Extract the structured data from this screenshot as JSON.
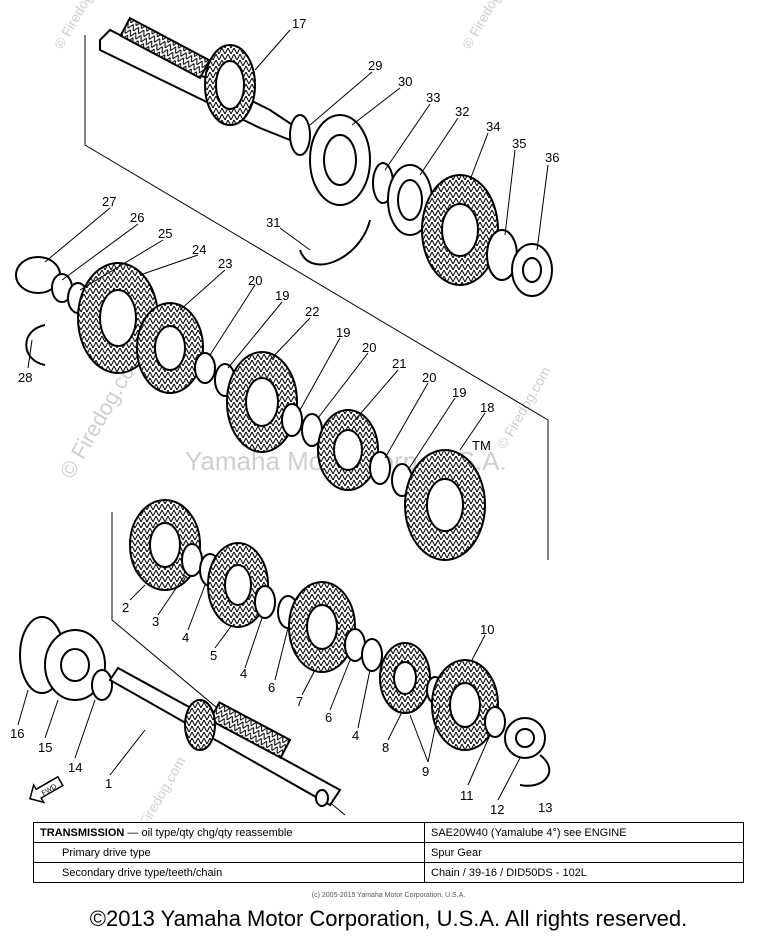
{
  "watermarks": {
    "center": "Yamaha Motor Corp. U.S.A.",
    "firedog": "© Firedog.com",
    "firedog_short": "© Firedog.com"
  },
  "callouts": [
    "17",
    "29",
    "30",
    "33",
    "32",
    "34",
    "35",
    "36",
    "31",
    "27",
    "26",
    "25",
    "24",
    "23",
    "20",
    "19",
    "22",
    "19",
    "20",
    "21",
    "20",
    "19",
    "18",
    "28",
    "TM",
    "2",
    "3",
    "4",
    "5",
    "4",
    "6",
    "7",
    "6",
    "4",
    "8",
    "10",
    "9",
    "11",
    "12",
    "13",
    "16",
    "15",
    "14",
    "1",
    "FWD"
  ],
  "table": {
    "row1": {
      "label_bold": "TRANSMISSION",
      "label_rest": " — oil type/qty chg/qty reassemble",
      "value": "SAE20W40 (Yamalube 4°) see ENGINE"
    },
    "row2": {
      "label": "Primary drive type",
      "value": "Spur Gear"
    },
    "row3": {
      "label": "Secondary drive type/teeth/chain",
      "value": "Chain / 39-16 / DID50DS - 102L"
    }
  },
  "copyright_small": "(c) 2005-2015 Yamaha Motor Corporation, U.S.A.",
  "copyright": "©2013 Yamaha Motor Corporation, U.S.A. All rights reserved."
}
